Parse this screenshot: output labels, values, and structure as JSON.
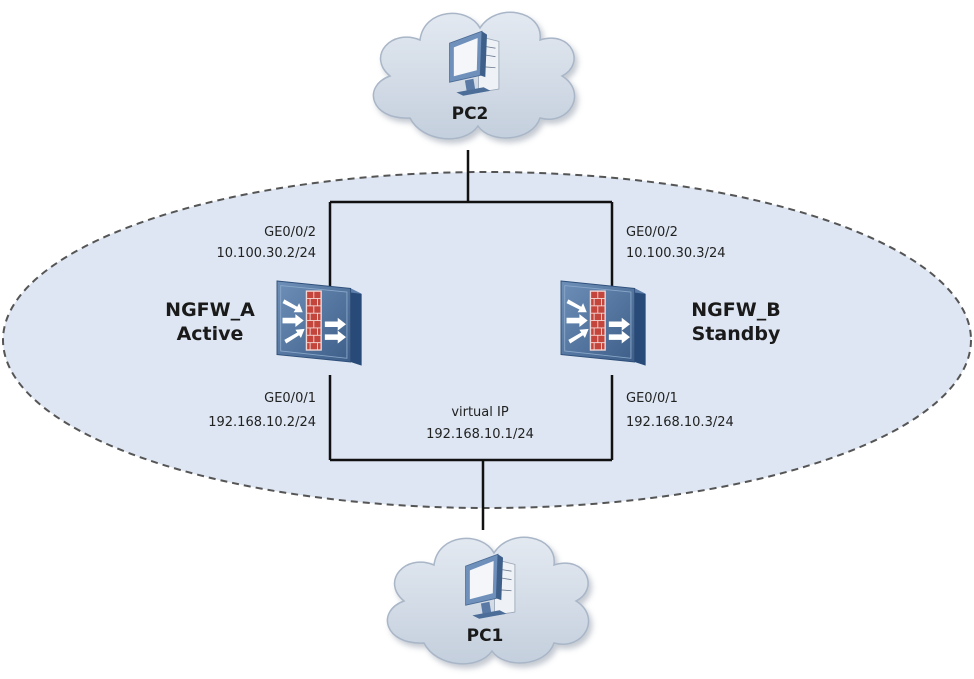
{
  "colors": {
    "zone_fill": "#dde6f2",
    "zone_border": "#555555",
    "link": "#111111",
    "cloud_fill": "#d3dce8",
    "firewall_face": "#4a6c96",
    "firewall_wall": "#c8413a"
  },
  "nodes": {
    "pc2": {
      "label": "PC2",
      "icon": "pc-icon"
    },
    "pc1": {
      "label": "PC1",
      "icon": "pc-icon"
    },
    "ngfw_a": {
      "name": "NGFW_A",
      "role": "Active",
      "icon": "firewall-icon",
      "upper_interface": "GE0/0/2",
      "upper_ip": "10.100.30.2/24",
      "lower_interface": "GE0/0/1",
      "lower_ip": "192.168.10.2/24"
    },
    "ngfw_b": {
      "name": "NGFW_B",
      "role": "Standby",
      "icon": "firewall-icon",
      "upper_interface": "GE0/0/2",
      "upper_ip": "10.100.30.3/24",
      "lower_interface": "GE0/0/1",
      "lower_ip": "192.168.10.3/24"
    }
  },
  "virtual_ip": {
    "label": "virtual IP",
    "address": "192.168.10.1/24"
  },
  "links": [
    {
      "from": "PC2",
      "to": "upper-segment"
    },
    {
      "from": "upper-segment",
      "to": "NGFW_A"
    },
    {
      "from": "upper-segment",
      "to": "NGFW_B"
    },
    {
      "from": "NGFW_A",
      "to": "lower-segment"
    },
    {
      "from": "NGFW_B",
      "to": "lower-segment"
    },
    {
      "from": "lower-segment",
      "to": "PC1"
    }
  ]
}
